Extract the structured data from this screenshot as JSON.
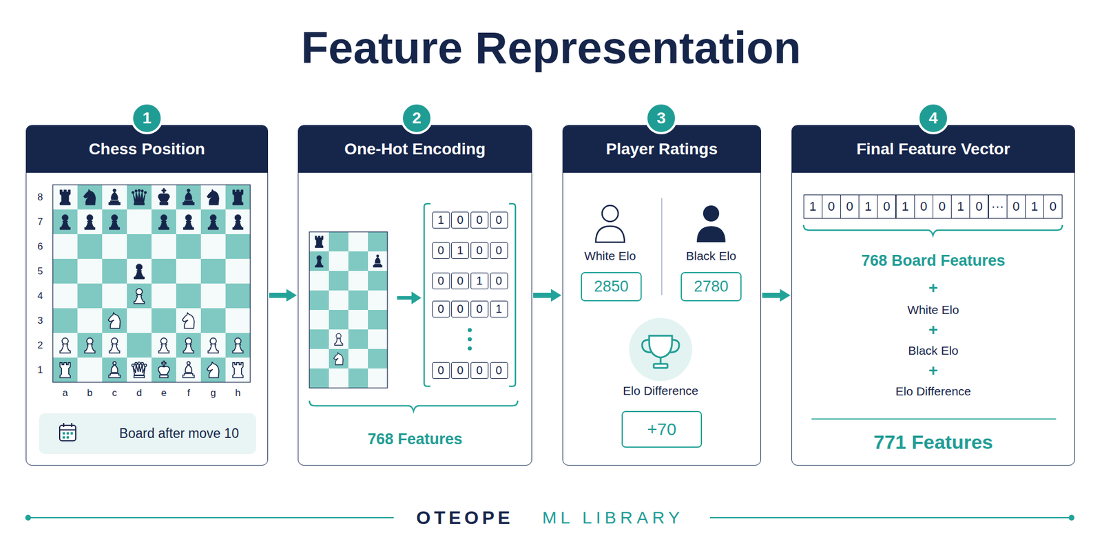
{
  "diagram": {
    "title": "Feature Representation",
    "nodes": [
      {
        "text": [
          "1"
        ]
      },
      {
        "text": [
          "Chess Position"
        ]
      },
      {
        "text": [
          "Board after move 10"
        ],
        "in": 1
      },
      {
        "text": [
          "2"
        ]
      },
      {
        "text": [
          "One-Hot Encoding"
        ]
      },
      {
        "text": [
          "3"
        ]
      },
      {
        "text": [
          "Player Ratings"
        ]
      },
      {
        "text": [
          "2850"
        ],
        "in": 6
      },
      {
        "text": [
          "2780"
        ],
        "in": 6
      },
      {
        "text": [
          "+70"
        ],
        "in": 6
      },
      {
        "text": [
          "4"
        ]
      },
      {
        "text": [
          "Final Feature Vector"
        ]
      }
    ],
    "edges": [
      {
        "from": 1,
        "to": 4,
        "arrow": "to"
      },
      {
        "from": 4,
        "to": 6,
        "arrow": "to"
      },
      {
        "from": 6,
        "to": 11,
        "arrow": "to"
      }
    ],
    "labels": [
      "8",
      "7",
      "6",
      "5",
      "4",
      "3",
      "2",
      "1",
      "a",
      "b",
      "c",
      "d",
      "e",
      "f",
      "g",
      "h",
      "1",
      "0",
      "0",
      "0",
      "0",
      "1",
      "0",
      "0",
      "0",
      "0",
      "1",
      "0",
      "0",
      "0",
      "0",
      "1",
      "0",
      "0",
      "0",
      "0",
      "768 Features",
      "White Elo",
      "Black Elo",
      "Elo Difference",
      "1",
      "0",
      "0",
      "1",
      "0",
      "1",
      "0",
      "0",
      "1",
      "0",
      "···",
      "0",
      "1",
      "0",
      "768 Board Features",
      "+",
      "White Elo",
      "+",
      "Black Elo",
      "+",
      "Elo Difference",
      "771 Features",
      "OTEOPE",
      "ML LIBRARY"
    ]
  }
}
